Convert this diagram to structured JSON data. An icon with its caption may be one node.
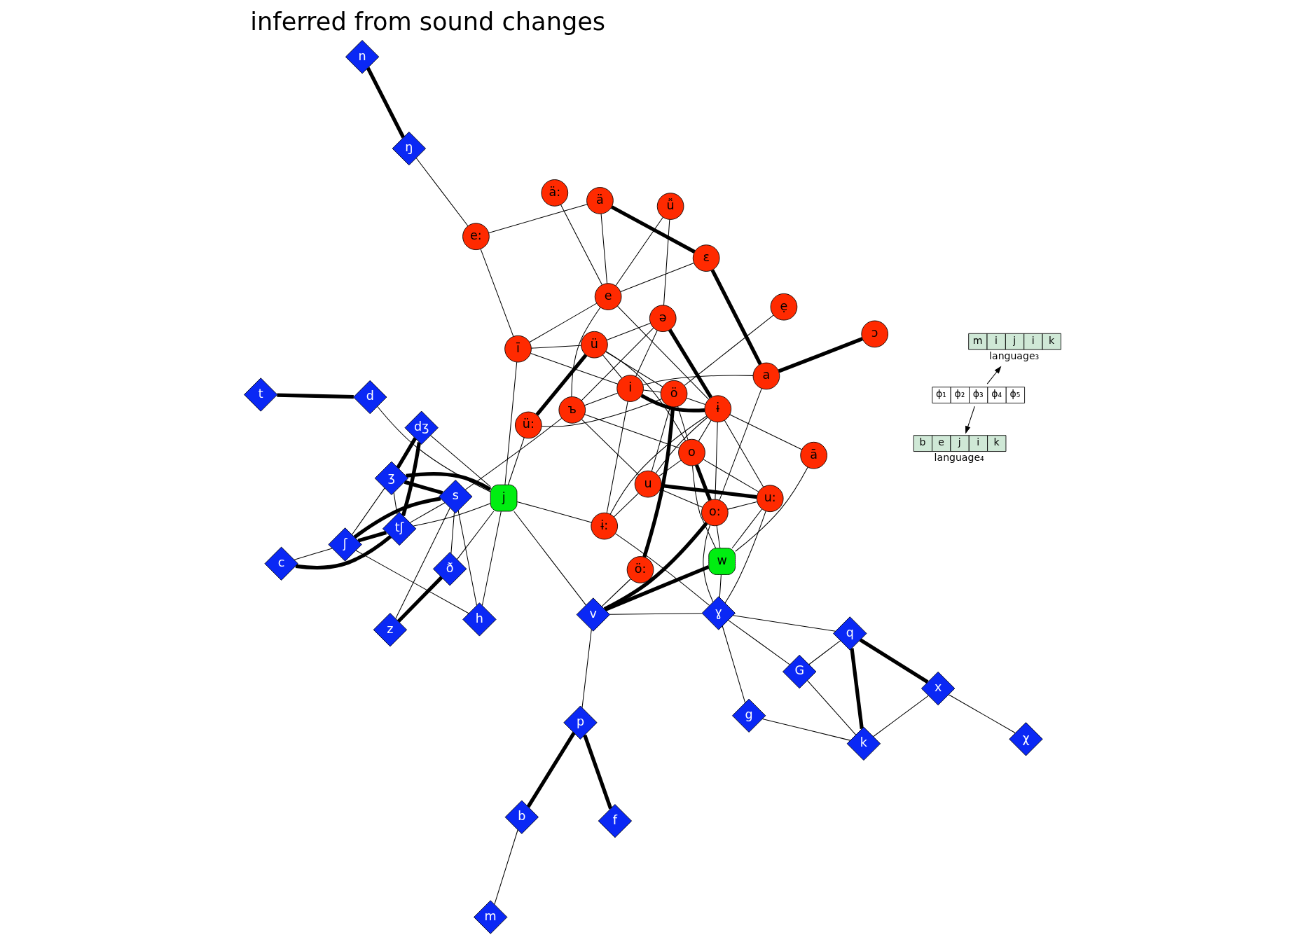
{
  "diagram": {
    "title": "inferred from sound changes",
    "nodes": [
      {
        "text": [
          "ϕ₁",
          "ϕ₂",
          "ϕ₃",
          "ϕ₄",
          "ϕ₅"
        ]
      },
      {
        "text": [
          "m",
          "i",
          "j",
          "i",
          "k"
        ],
        "beside": [
          "language₃"
        ]
      },
      {
        "text": [
          "b",
          "e",
          "j",
          "i",
          "k"
        ],
        "beside": [
          "language₄"
        ]
      },
      {
        "text": [
          "tʃ"
        ]
      },
      {
        "text": [
          "dʒ"
        ]
      },
      {
        "text": [
          "c"
        ]
      },
      {
        "text": [
          "t"
        ]
      },
      {
        "text": [
          "ʃ"
        ]
      },
      {
        "text": [
          "ʒ"
        ]
      },
      {
        "text": [
          "ð"
        ]
      },
      {
        "text": [
          "h"
        ]
      },
      {
        "text": [
          "x"
        ]
      },
      {
        "text": [
          "χ"
        ]
      },
      {
        "text": [
          "d"
        ]
      },
      {
        "text": [
          "j"
        ]
      },
      {
        "text": [
          "z"
        ]
      },
      {
        "text": [
          "q"
        ]
      },
      {
        "text": [
          "n"
        ]
      },
      {
        "text": [
          "s"
        ]
      },
      {
        "text": [
          "k"
        ]
      },
      {
        "text": [
          "ɨ:"
        ]
      },
      {
        "text": [
          "G"
        ]
      },
      {
        "text": [
          "ü:"
        ]
      },
      {
        "text": [
          "ŋ"
        ]
      },
      {
        "text": [
          "g"
        ]
      },
      {
        "text": [
          "ī"
        ]
      },
      {
        "text": [
          "u"
        ]
      },
      {
        "text": [
          "u:"
        ]
      },
      {
        "text": [
          "ъ"
        ]
      },
      {
        "text": [
          "e:"
        ]
      },
      {
        "text": [
          "ɣ"
        ]
      },
      {
        "text": [
          "ɨ"
        ]
      },
      {
        "text": [
          "ü"
        ]
      },
      {
        "text": [
          "w"
        ]
      },
      {
        "text": [
          "ā"
        ]
      },
      {
        "text": [
          "ä:"
        ]
      },
      {
        "text": [
          "e"
        ]
      },
      {
        "text": [
          "m"
        ]
      },
      {
        "text": [
          "o"
        ]
      },
      {
        "text": [
          "o:"
        ]
      },
      {
        "text": [
          "ə"
        ]
      },
      {
        "text": [
          "b"
        ]
      },
      {
        "text": [
          "ä"
        ]
      },
      {
        "text": [
          "ǚ"
        ]
      },
      {
        "text": [
          "i"
        ]
      },
      {
        "text": [
          "ö"
        ]
      },
      {
        "text": [
          "ö:"
        ]
      },
      {
        "text": [
          "v"
        ]
      },
      {
        "text": [
          "p"
        ]
      },
      {
        "text": [
          "ẹ"
        ]
      },
      {
        "text": [
          "f"
        ]
      },
      {
        "text": [
          "ɛ"
        ]
      },
      {
        "text": [
          "ɔ"
        ]
      },
      {
        "text": [
          "a"
        ]
      }
    ],
    "edges": [
      {
        "from": 5,
        "to": 3,
        "arrow": "none",
        "style": "thick"
      },
      {
        "from": 3,
        "to": 4,
        "arrow": "none",
        "style": "thick"
      },
      {
        "from": 3,
        "to": 7,
        "arrow": "none",
        "style": "thick"
      },
      {
        "from": 3,
        "to": 18,
        "arrow": "none"
      },
      {
        "from": 3,
        "to": 14,
        "arrow": "none"
      },
      {
        "from": 3,
        "to": 8,
        "arrow": "none"
      },
      {
        "from": 5,
        "to": 7,
        "arrow": "none"
      },
      {
        "from": 4,
        "to": 8,
        "arrow": "none",
        "style": "thick"
      },
      {
        "from": 4,
        "to": 14,
        "arrow": "none"
      },
      {
        "from": 7,
        "to": 8,
        "arrow": "none"
      },
      {
        "from": 7,
        "to": 10,
        "arrow": "none"
      },
      {
        "from": 10,
        "to": 14,
        "arrow": "none"
      },
      {
        "from": 7,
        "to": 18,
        "arrow": "none",
        "style": "thick"
      },
      {
        "from": 9,
        "to": 15,
        "arrow": "none",
        "style": "thick"
      },
      {
        "from": 9,
        "to": 14,
        "arrow": "none"
      },
      {
        "from": 9,
        "to": 18,
        "arrow": "none"
      },
      {
        "from": 15,
        "to": 18,
        "arrow": "none"
      },
      {
        "from": 10,
        "to": 18,
        "arrow": "none"
      },
      {
        "from": 8,
        "to": 18,
        "arrow": "none",
        "style": "thick"
      },
      {
        "from": 8,
        "to": 14,
        "arrow": "none",
        "style": "thick"
      },
      {
        "from": 18,
        "to": 28,
        "arrow": "none"
      },
      {
        "from": 14,
        "to": 13,
        "arrow": "none"
      },
      {
        "from": 13,
        "to": 6,
        "arrow": "none",
        "style": "thick"
      },
      {
        "from": 17,
        "to": 23,
        "arrow": "none",
        "style": "thick"
      },
      {
        "from": 23,
        "to": 29,
        "arrow": "none"
      },
      {
        "from": 14,
        "to": 25,
        "arrow": "none"
      },
      {
        "from": 14,
        "to": 22,
        "arrow": "none"
      },
      {
        "from": 14,
        "to": 20,
        "arrow": "none"
      },
      {
        "from": 14,
        "to": 47,
        "arrow": "none"
      },
      {
        "from": 20,
        "to": 26,
        "arrow": "none"
      },
      {
        "from": 20,
        "to": 30,
        "arrow": "none"
      },
      {
        "from": 20,
        "to": 31,
        "arrow": "none"
      },
      {
        "from": 20,
        "to": 44,
        "arrow": "none"
      },
      {
        "from": 22,
        "to": 32,
        "arrow": "none",
        "style": "thick"
      },
      {
        "from": 22,
        "to": 45,
        "arrow": "none"
      },
      {
        "from": 25,
        "to": 29,
        "arrow": "none"
      },
      {
        "from": 25,
        "to": 36,
        "arrow": "none"
      },
      {
        "from": 25,
        "to": 44,
        "arrow": "none"
      },
      {
        "from": 25,
        "to": 32,
        "arrow": "none"
      },
      {
        "from": 28,
        "to": 26,
        "arrow": "none"
      },
      {
        "from": 28,
        "to": 36,
        "arrow": "none"
      },
      {
        "from": 28,
        "to": 40,
        "arrow": "none"
      },
      {
        "from": 28,
        "to": 44,
        "arrow": "none"
      },
      {
        "from": 28,
        "to": 38,
        "arrow": "none"
      },
      {
        "from": 26,
        "to": 27,
        "arrow": "none",
        "style": "thick"
      },
      {
        "from": 26,
        "to": 31,
        "arrow": "none"
      },
      {
        "from": 26,
        "to": 38,
        "arrow": "none"
      },
      {
        "from": 26,
        "to": 45,
        "arrow": "none"
      },
      {
        "from": 26,
        "to": 39,
        "arrow": "none"
      },
      {
        "from": 27,
        "to": 31,
        "arrow": "none"
      },
      {
        "from": 27,
        "to": 33,
        "arrow": "none"
      },
      {
        "from": 27,
        "to": 30,
        "arrow": "none"
      },
      {
        "from": 27,
        "to": 38,
        "arrow": "none"
      },
      {
        "from": 27,
        "to": 39,
        "arrow": "none"
      },
      {
        "from": 31,
        "to": 34,
        "arrow": "none"
      },
      {
        "from": 31,
        "to": 40,
        "arrow": "none",
        "style": "thick"
      },
      {
        "from": 31,
        "to": 44,
        "arrow": "none",
        "style": "thick"
      },
      {
        "from": 31,
        "to": 36,
        "arrow": "none"
      },
      {
        "from": 31,
        "to": 45,
        "arrow": "none"
      },
      {
        "from": 31,
        "to": 38,
        "arrow": "none"
      },
      {
        "from": 31,
        "to": 39,
        "arrow": "none"
      },
      {
        "from": 34,
        "to": 33,
        "arrow": "none"
      },
      {
        "from": 33,
        "to": 30,
        "arrow": "none"
      },
      {
        "from": 33,
        "to": 38,
        "arrow": "none"
      },
      {
        "from": 33,
        "to": 39,
        "arrow": "none"
      },
      {
        "from": 33,
        "to": 47,
        "arrow": "none",
        "style": "thick"
      },
      {
        "from": 30,
        "to": 39,
        "arrow": "none"
      },
      {
        "from": 30,
        "to": 21,
        "arrow": "none"
      },
      {
        "from": 30,
        "to": 16,
        "arrow": "none"
      },
      {
        "from": 30,
        "to": 24,
        "arrow": "none"
      },
      {
        "from": 30,
        "to": 47,
        "arrow": "none"
      },
      {
        "from": 21,
        "to": 16,
        "arrow": "none"
      },
      {
        "from": 21,
        "to": 19,
        "arrow": "none"
      },
      {
        "from": 24,
        "to": 19,
        "arrow": "none"
      },
      {
        "from": 16,
        "to": 11,
        "arrow": "none",
        "style": "thick"
      },
      {
        "from": 16,
        "to": 19,
        "arrow": "none",
        "style": "thick"
      },
      {
        "from": 11,
        "to": 12,
        "arrow": "none"
      },
      {
        "from": 11,
        "to": 19,
        "arrow": "none"
      },
      {
        "from": 38,
        "to": 39,
        "arrow": "none",
        "style": "thick"
      },
      {
        "from": 38,
        "to": 45,
        "arrow": "none"
      },
      {
        "from": 39,
        "to": 47,
        "arrow": "none",
        "style": "thick"
      },
      {
        "from": 39,
        "to": 53,
        "arrow": "none"
      },
      {
        "from": 45,
        "to": 46,
        "arrow": "none",
        "style": "thick"
      },
      {
        "from": 46,
        "to": 47,
        "arrow": "none"
      },
      {
        "from": 45,
        "to": 49,
        "arrow": "none"
      },
      {
        "from": 45,
        "to": 44,
        "arrow": "none"
      },
      {
        "from": 47,
        "to": 48,
        "arrow": "none"
      },
      {
        "from": 48,
        "to": 41,
        "arrow": "none",
        "style": "thick"
      },
      {
        "from": 48,
        "to": 50,
        "arrow": "none",
        "style": "thick"
      },
      {
        "from": 41,
        "to": 37,
        "arrow": "none"
      },
      {
        "from": 32,
        "to": 40,
        "arrow": "none"
      },
      {
        "from": 32,
        "to": 44,
        "arrow": "none"
      },
      {
        "from": 32,
        "to": 45,
        "arrow": "none"
      },
      {
        "from": 32,
        "to": 38,
        "arrow": "none"
      },
      {
        "from": 44,
        "to": 40,
        "arrow": "none"
      },
      {
        "from": 44,
        "to": 53,
        "arrow": "none"
      },
      {
        "from": 36,
        "to": 35,
        "arrow": "none"
      },
      {
        "from": 36,
        "to": 42,
        "arrow": "none"
      },
      {
        "from": 36,
        "to": 43,
        "arrow": "none"
      },
      {
        "from": 36,
        "to": 51,
        "arrow": "none"
      },
      {
        "from": 40,
        "to": 43,
        "arrow": "none"
      },
      {
        "from": 29,
        "to": 42,
        "arrow": "none"
      },
      {
        "from": 42,
        "to": 51,
        "arrow": "none",
        "style": "thick"
      },
      {
        "from": 51,
        "to": 53,
        "arrow": "none",
        "style": "thick"
      },
      {
        "from": 53,
        "to": 52,
        "arrow": "none",
        "style": "thick"
      },
      {
        "from": 0,
        "to": 1,
        "arrow": "to"
      },
      {
        "from": 0,
        "to": 2,
        "arrow": "to"
      }
    ]
  }
}
